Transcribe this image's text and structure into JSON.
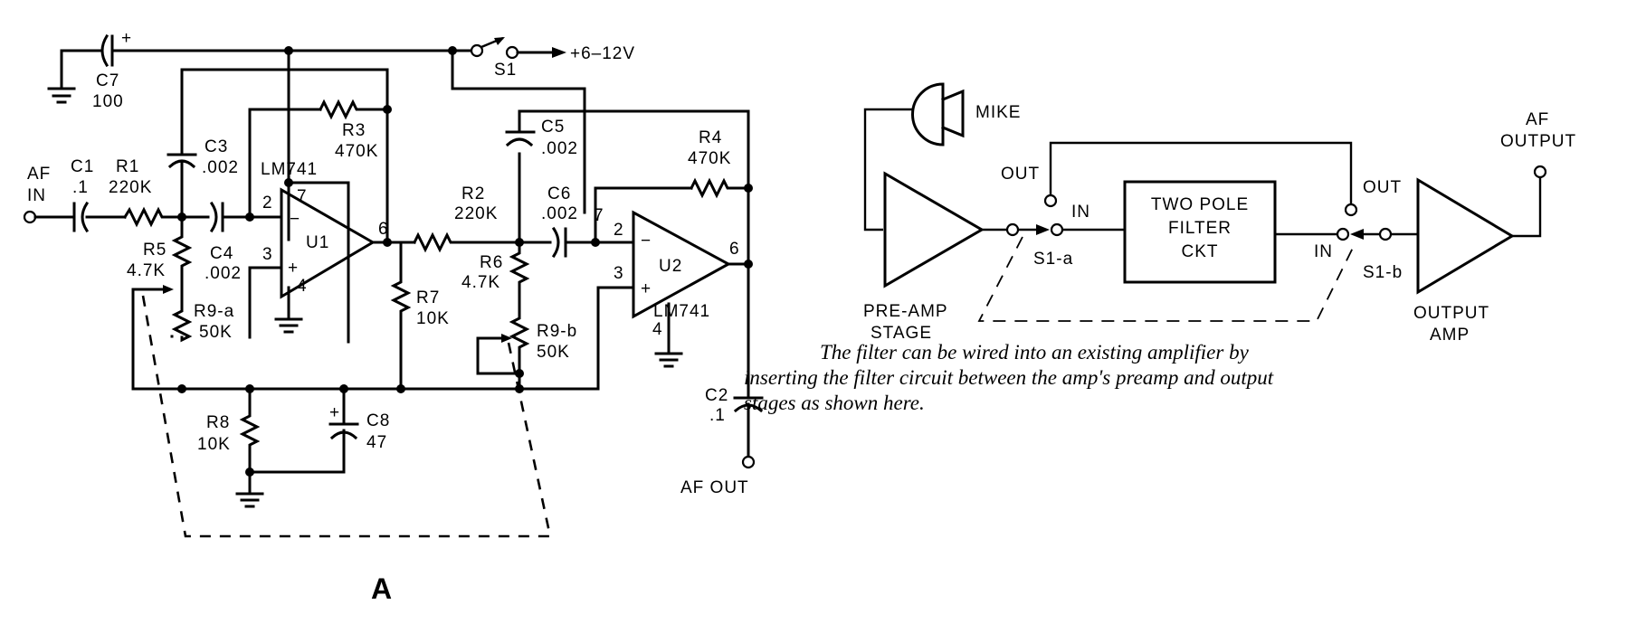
{
  "schematic": {
    "figure_label": "A",
    "supply": {
      "switch": "S1",
      "voltage": "+6–12V"
    },
    "input": {
      "line1": "AF",
      "line2": "IN"
    },
    "output": "AF OUT",
    "components": {
      "C1": {
        "name": "C1",
        "value": ".1"
      },
      "C2": {
        "name": "C2",
        "value": ".1"
      },
      "C3": {
        "name": "C3",
        "value": ".002"
      },
      "C4": {
        "name": "C4",
        "value": ".002"
      },
      "C5": {
        "name": "C5",
        "value": ".002"
      },
      "C6": {
        "name": "C6",
        "value": ".002"
      },
      "C7": {
        "name": "C7",
        "value": "100"
      },
      "C8": {
        "name": "C8",
        "value": "47"
      },
      "R1": {
        "name": "R1",
        "value": "220K"
      },
      "R2": {
        "name": "R2",
        "value": "220K"
      },
      "R3": {
        "name": "R3",
        "value": "470K"
      },
      "R4": {
        "name": "R4",
        "value": "470K"
      },
      "R5": {
        "name": "R5",
        "value": "4.7K"
      },
      "R6": {
        "name": "R6",
        "value": "4.7K"
      },
      "R7": {
        "name": "R7",
        "value": "10K"
      },
      "R8": {
        "name": "R8",
        "value": "10K"
      },
      "R9a": {
        "name": "R9-a",
        "value": "50K"
      },
      "R9b": {
        "name": "R9-b",
        "value": "50K"
      }
    },
    "opamps": {
      "U1": {
        "name": "U1",
        "part": "LM741",
        "pins": {
          "inv": "2",
          "noninv": "3",
          "out": "6",
          "vplus": "7",
          "vminus": "4"
        }
      },
      "U2": {
        "name": "U2",
        "part": "LM741",
        "pins": {
          "inv": "2",
          "noninv": "3",
          "out": "6",
          "vplus": "7",
          "vminus": "4"
        }
      }
    },
    "polarity_plus": "+",
    "minus_sign": "−"
  },
  "block_diagram": {
    "mike": "MIKE",
    "preamp": {
      "line1": "PRE-AMP",
      "line2": "STAGE"
    },
    "switch_a": {
      "label": "S1-a",
      "out": "OUT",
      "in": "IN"
    },
    "filter": {
      "line1": "TWO POLE",
      "line2": "FILTER",
      "line3": "CKT"
    },
    "switch_b": {
      "label": "S1-b",
      "out": "OUT",
      "in": "IN"
    },
    "output_amp": {
      "line1": "OUTPUT",
      "line2": "AMP"
    },
    "af_output": {
      "line1": "AF",
      "line2": "OUTPUT"
    }
  },
  "caption": {
    "line1": "The filter can be wired into an existing amplifier by",
    "line2": "inserting the filter circuit between the amp's preamp and output",
    "line3": "stages as shown here."
  }
}
